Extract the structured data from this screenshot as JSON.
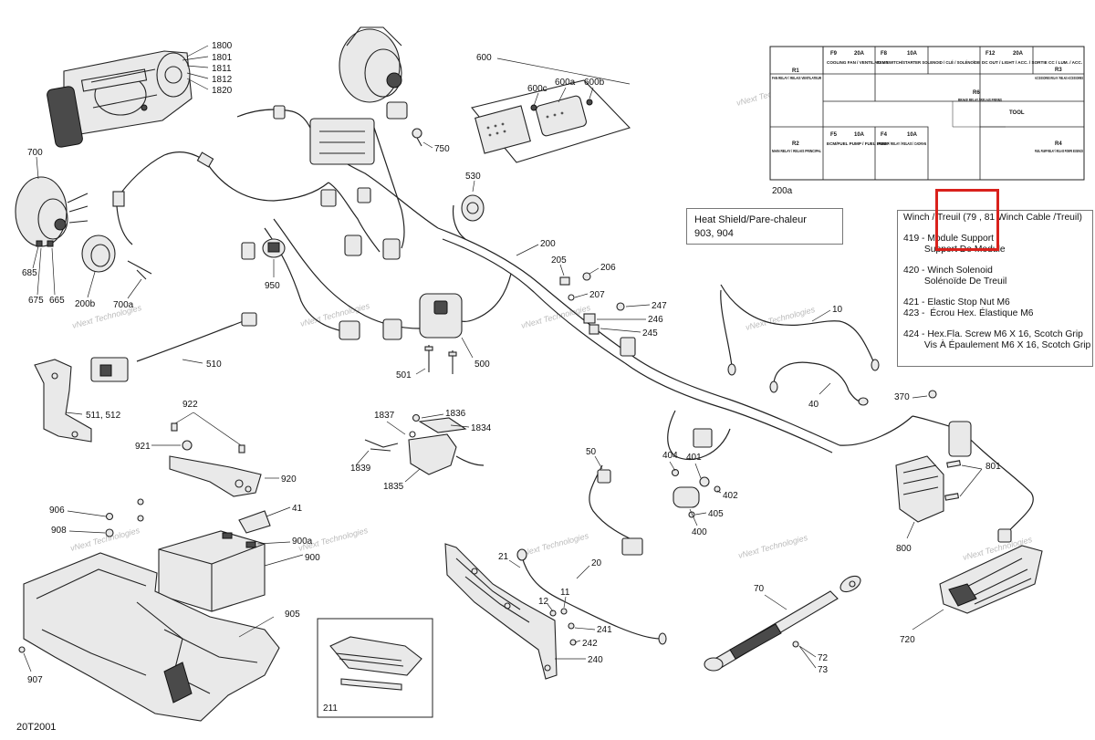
{
  "drawing_code": "20T2001",
  "watermark": "vNext Technologies",
  "heat_shield_note": {
    "line1": "Heat Shield/Pare-chaleur",
    "line2": "903, 904"
  },
  "winch_legend": {
    "title": "Winch / Treuil (79 , 81 Winch Cable /Treuil)",
    "entries": [
      {
        "line1": "419 - Module Support",
        "line2": "        Support De Module"
      },
      {
        "line1": "420 - Winch Solenoid",
        "line2": "        Solénoïde De Treuil"
      },
      {
        "line1": "421 - Elastic Stop Nut M6",
        "line2": "423 -  Écrou Hex. Élastique M6"
      },
      {
        "line1": "424 - Hex.Fla. Screw M6 X 16, Scotch Grip",
        "line2": "        Vis À Épaulement M6 X 16, Scotch Grip"
      }
    ]
  },
  "fuse_box": {
    "label": "200a",
    "top_fuses": [
      {
        "id": "F9",
        "rating": "20A",
        "desc": "COOLING FAN / VENTILATEUR"
      },
      {
        "id": "F8",
        "rating": "10A",
        "desc": "KEY SWITCH/STARTER SOLENOID / CLÉ / SOLÉNOÏDE"
      },
      {
        "id": "F12",
        "rating": "20A",
        "desc": "DC OUT / LIGHT / ACC. / SORTIE CC / LUM. / ACC."
      }
    ],
    "bottom_fuses": [
      {
        "id": "F5",
        "rating": "10A",
        "desc": "ECM/FUEL PUMP / FUEL PUMP"
      },
      {
        "id": "F4",
        "rating": "10A",
        "desc": "SPEEDO / RELAY / RELAIS / CADRAN"
      }
    ],
    "relays": [
      {
        "id": "R1",
        "desc": "FAN RELAY / RELAIS VENTILATEUR"
      },
      {
        "id": "R2",
        "desc": "MAIN RELAY / RELAIS PRINCIPAL"
      },
      {
        "id": "R3",
        "desc": "ACCESSORIES RELAY / RELAIS ACCESSOIRES"
      },
      {
        "id": "R4",
        "desc": "FUEL PUMP RELAY / RELAIS POMPE ESSENCE"
      },
      {
        "id": "R6",
        "desc": "BRAKE RELAY / RELAIS FREINS"
      }
    ],
    "tool_label": "TOOL"
  },
  "callouts": {
    "c1800": "1800",
    "c1801": "1801",
    "c1811": "1811",
    "c1812": "1812",
    "c1820": "1820",
    "c600": "600",
    "c600a": "600a",
    "c600b": "600b",
    "c600c": "600c",
    "c700": "700",
    "c685": "685",
    "c675": "675",
    "c665": "665",
    "c200b": "200b",
    "c700a": "700a",
    "c750": "750",
    "c530": "530",
    "c200": "200",
    "c950": "950",
    "c205": "205",
    "c206": "206",
    "c207": "207",
    "c247": "247",
    "c246": "246",
    "c245": "245",
    "c10": "10",
    "c510": "510",
    "c500": "500",
    "c501": "501",
    "c511": "511, 512",
    "c922": "922",
    "c921": "921",
    "c920": "920",
    "c1837": "1837",
    "c1836": "1836",
    "c1834": "1834",
    "c1839": "1839",
    "c1835": "1835",
    "c40": "40",
    "c370": "370",
    "c50": "50",
    "c404": "404",
    "c401": "401",
    "c402": "402",
    "c405": "405",
    "c400": "400",
    "c801": "801",
    "c800": "800",
    "c906": "906",
    "c908": "908",
    "c41": "41",
    "c900a": "900a",
    "c900": "900",
    "c21": "21",
    "c20": "20",
    "c905": "905",
    "c12": "12",
    "c11": "11",
    "c241": "241",
    "c242": "242",
    "c240": "240",
    "c70": "70",
    "c72": "72",
    "c73": "73",
    "c720": "720",
    "c907": "907",
    "c211": "211"
  },
  "colors": {
    "highlight": "#d9211c",
    "line": "#222222",
    "watermark": "#bbbbbb"
  }
}
